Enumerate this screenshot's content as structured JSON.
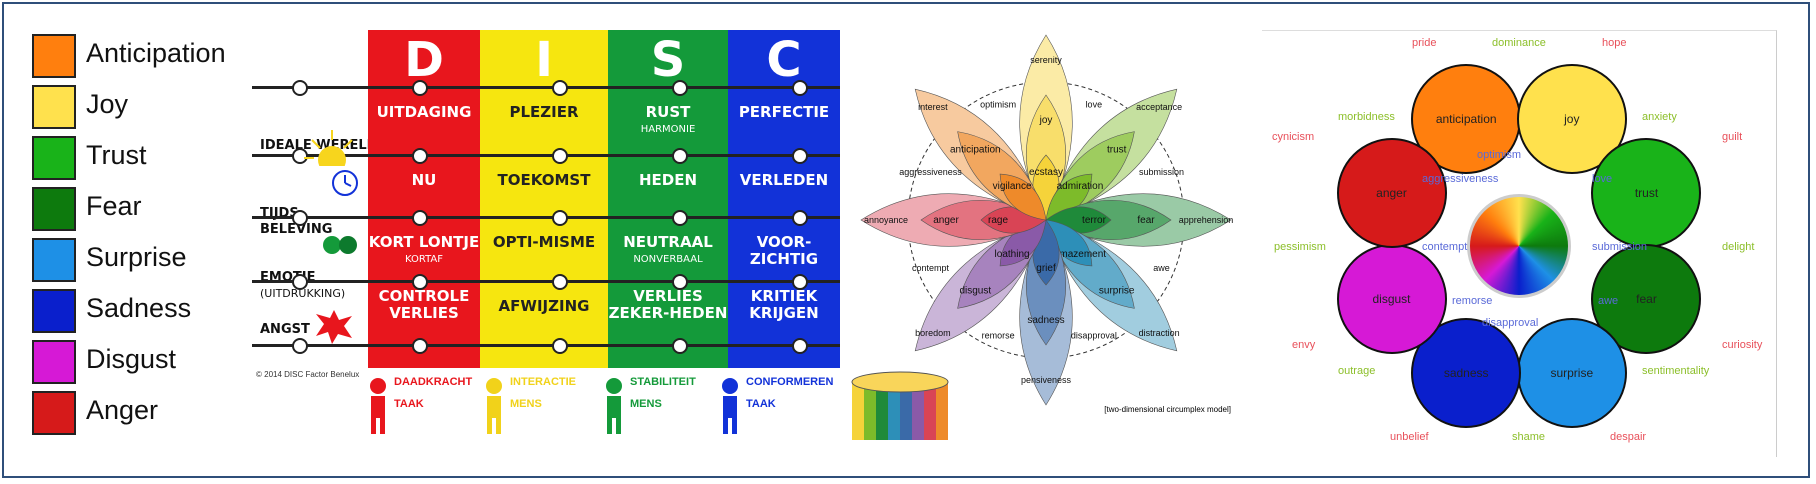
{
  "legend": [
    {
      "label": "Anticipation",
      "color": "#ff7f0e"
    },
    {
      "label": "Joy",
      "color": "#ffe14d"
    },
    {
      "label": "Trust",
      "color": "#19b319"
    },
    {
      "label": "Fear",
      "color": "#0d7a0d"
    },
    {
      "label": "Surprise",
      "color": "#1e90e6"
    },
    {
      "label": "Sadness",
      "color": "#0a1fcc"
    },
    {
      "label": "Disgust",
      "color": "#d619d6"
    },
    {
      "label": "Anger",
      "color": "#d61a1a"
    }
  ],
  "disc": {
    "columns": [
      {
        "letter": "D",
        "color": "#e8161d",
        "cells": [
          {
            "text": "UITDAGING"
          },
          {
            "text": "NU"
          },
          {
            "text": "KORT LONTJE",
            "sub": "KORTAF"
          },
          {
            "text": "CONTROLE VERLIES"
          }
        ]
      },
      {
        "letter": "I",
        "color": "#f6e60f",
        "cells": [
          {
            "text": "PLEZIER"
          },
          {
            "text": "TOEKOMST"
          },
          {
            "text": "OPTI-MISME"
          },
          {
            "text": "AFWIJZING"
          }
        ]
      },
      {
        "letter": "S",
        "color": "#149a3a",
        "cells": [
          {
            "text": "RUST",
            "sub": "HARMONIE"
          },
          {
            "text": "HEDEN"
          },
          {
            "text": "NEUTRAAL",
            "sub": "NONVERBAAL"
          },
          {
            "text": "VERLIES ZEKER-HEDEN"
          }
        ]
      },
      {
        "letter": "C",
        "color": "#1232d8",
        "cells": [
          {
            "text": "PERFECTIE"
          },
          {
            "text": "VERLEDEN"
          },
          {
            "text": "VOOR-ZICHTIG"
          },
          {
            "text": "KRITIEK KRIJGEN"
          }
        ]
      }
    ],
    "rows": [
      {
        "label": "IDEALE WERELD"
      },
      {
        "label": "TIJDS-BELEVING"
      },
      {
        "label": "EMOTIE",
        "sub": "(UITDRUKKING)"
      },
      {
        "label": "ANGST"
      }
    ],
    "copyright": "© 2014 DISC Factor Benelux",
    "bottom": [
      {
        "top": "DAADKRACHT",
        "bottom": "TAAK",
        "color": "#e8161d"
      },
      {
        "top": "INTERACTIE",
        "bottom": "MENS",
        "color": "#f1d21a"
      },
      {
        "top": "STABILITEIT",
        "bottom": "MENS",
        "color": "#149a3a"
      },
      {
        "top": "CONFORMEREN",
        "bottom": "TAAK",
        "color": "#1232d8"
      }
    ]
  },
  "wheel": {
    "caption": "[two-dimensional circumplex model]",
    "petals": [
      {
        "outer": "serenity",
        "mid": "joy",
        "inner": "ecstasy",
        "color": "#f5d33a"
      },
      {
        "outer": "acceptance",
        "mid": "trust",
        "inner": "admiration",
        "color": "#7dbb2a"
      },
      {
        "outer": "apprehension",
        "mid": "fear",
        "inner": "terror",
        "color": "#1f8a3a"
      },
      {
        "outer": "distraction",
        "mid": "surprise",
        "inner": "amazement",
        "color": "#2d8fb8"
      },
      {
        "outer": "pensiveness",
        "mid": "sadness",
        "inner": "grief",
        "color": "#3a6aa8"
      },
      {
        "outer": "boredom",
        "mid": "disgust",
        "inner": "loathing",
        "color": "#8a5aa8"
      },
      {
        "outer": "annoyance",
        "mid": "anger",
        "inner": "rage",
        "color": "#d94455"
      },
      {
        "outer": "interest",
        "mid": "anticipation",
        "inner": "vigilance",
        "color": "#ee8a2a"
      }
    ],
    "dyads": [
      "love",
      "submission",
      "awe",
      "disapproval",
      "remorse",
      "contempt",
      "aggressiveness",
      "optimism"
    ]
  },
  "circles": {
    "emotions": [
      {
        "label": "anticipation",
        "color": "#ff7f0e"
      },
      {
        "label": "joy",
        "color": "#ffe14d"
      },
      {
        "label": "trust",
        "color": "#19b319"
      },
      {
        "label": "fear",
        "color": "#0d7a0d"
      },
      {
        "label": "surprise",
        "color": "#1e90e6"
      },
      {
        "label": "sadness",
        "color": "#0a1fcc"
      },
      {
        "label": "disgust",
        "color": "#d619d6"
      },
      {
        "label": "anger",
        "color": "#d61a1a"
      }
    ],
    "words": [
      {
        "text": "pride",
        "color": "#e8505a"
      },
      {
        "text": "dominance",
        "color": "#8cbf2a"
      },
      {
        "text": "hope",
        "color": "#e8505a"
      },
      {
        "text": "morbidness",
        "color": "#8cbf2a"
      },
      {
        "text": "anxiety",
        "color": "#8cbf2a"
      },
      {
        "text": "cynicism",
        "color": "#e8505a"
      },
      {
        "text": "guilt",
        "color": "#e8505a"
      },
      {
        "text": "optimism",
        "color": "#5a6ad8"
      },
      {
        "text": "aggressiveness",
        "color": "#5a6ad8"
      },
      {
        "text": "love",
        "color": "#5a6ad8"
      },
      {
        "text": "pessimism",
        "color": "#8cbf2a"
      },
      {
        "text": "contempt",
        "color": "#5a6ad8"
      },
      {
        "text": "submission",
        "color": "#5a6ad8"
      },
      {
        "text": "delight",
        "color": "#8cbf2a"
      },
      {
        "text": "remorse",
        "color": "#5a6ad8"
      },
      {
        "text": "awe",
        "color": "#5a6ad8"
      },
      {
        "text": "disapproval",
        "color": "#5a6ad8"
      },
      {
        "text": "envy",
        "color": "#e8505a"
      },
      {
        "text": "curiosity",
        "color": "#e8505a"
      },
      {
        "text": "outrage",
        "color": "#8cbf2a"
      },
      {
        "text": "sentimentality",
        "color": "#8cbf2a"
      },
      {
        "text": "unbelief",
        "color": "#e8505a"
      },
      {
        "text": "shame",
        "color": "#8cbf2a"
      },
      {
        "text": "despair",
        "color": "#e8505a"
      }
    ]
  }
}
